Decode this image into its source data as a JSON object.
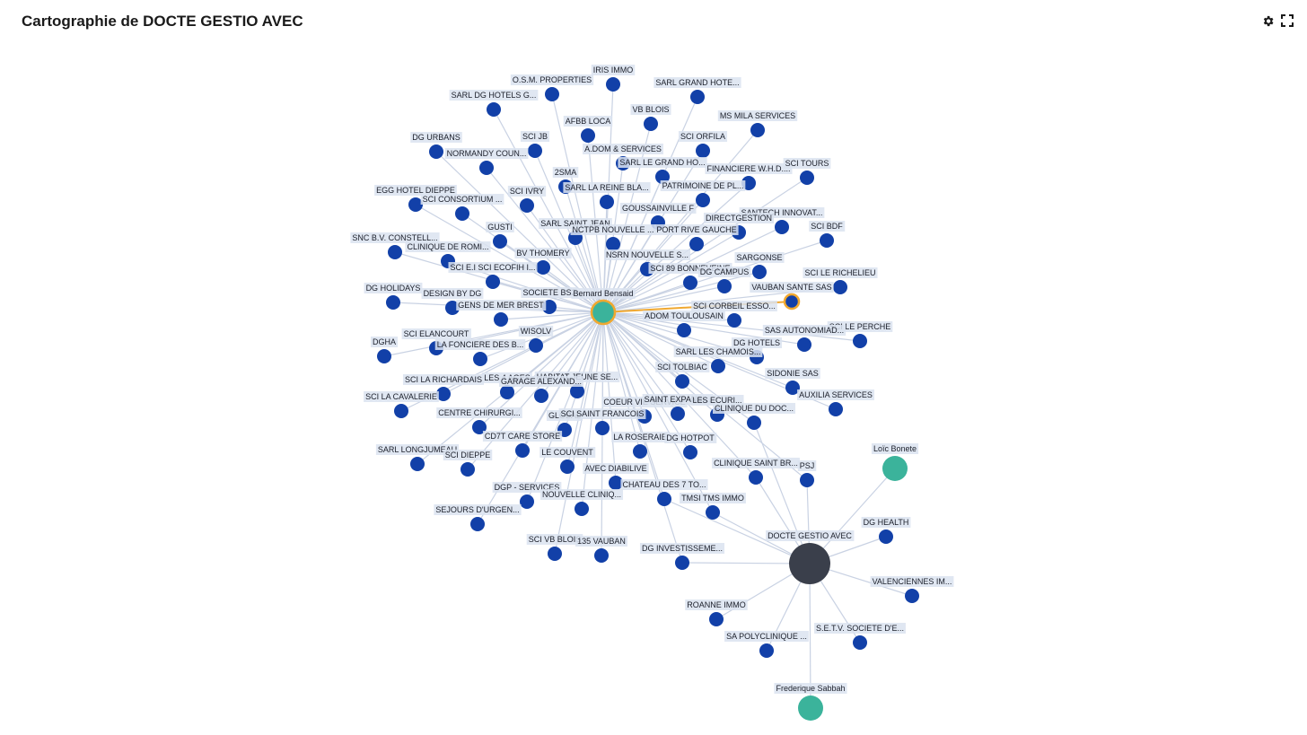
{
  "title": "Cartographie de DOCTE GESTIO AVEC",
  "toolbar": {
    "settings_icon": "gear-icon",
    "fullscreen_icon": "fullscreen-icon"
  },
  "colors": {
    "company_node": "#1240a8",
    "person_node": "#3bb39b",
    "focus_node": "#3a3f4b",
    "edge": "#c9d2e3",
    "highlight_edge": "#f0a830",
    "label_bg": "#dbe3f0",
    "label_text": "#1b1f2a"
  },
  "graph": {
    "hubs": [
      {
        "id": "bernard",
        "name": "Bernard Bensaid",
        "type": "person"
      },
      {
        "id": "docte",
        "name": "DOCTE GESTIO AVEC",
        "type": "focus"
      }
    ],
    "nodes": [
      {
        "id": "iris",
        "name": "IRIS IMMO",
        "type": "company",
        "links": [
          "bernard"
        ]
      },
      {
        "id": "osm",
        "name": "O.S.M. PROPERTIES",
        "type": "company",
        "links": [
          "bernard"
        ]
      },
      {
        "id": "sarlgrandhote",
        "name": "SARL GRAND HOTE...",
        "type": "company",
        "links": [
          "bernard"
        ]
      },
      {
        "id": "sarldghotels",
        "name": "SARL DG HOTELS G...",
        "type": "company",
        "links": [
          "bernard"
        ]
      },
      {
        "id": "vbblois",
        "name": "VB BLOIS",
        "type": "company",
        "links": [
          "bernard"
        ]
      },
      {
        "id": "afbb",
        "name": "AFBB LOCA",
        "type": "company",
        "links": [
          "bernard"
        ]
      },
      {
        "id": "msmila",
        "name": "MS MILA SERVICES",
        "type": "company",
        "links": [
          "bernard"
        ]
      },
      {
        "id": "dgurbans",
        "name": "DG URBANS",
        "type": "company",
        "links": [
          "bernard"
        ]
      },
      {
        "id": "scijb",
        "name": "SCI JB",
        "type": "company",
        "links": [
          "bernard"
        ]
      },
      {
        "id": "sciorfila",
        "name": "SCI ORFILA",
        "type": "company",
        "links": [
          "bernard"
        ]
      },
      {
        "id": "adom",
        "name": "A.DOM & SERVICES",
        "type": "company",
        "links": [
          "bernard"
        ]
      },
      {
        "id": "normandy",
        "name": "NORMANDY COUN...",
        "type": "company",
        "links": [
          "bernard"
        ]
      },
      {
        "id": "sarllegrandho",
        "name": "SARL LE GRAND HO...",
        "type": "company",
        "links": [
          "bernard"
        ]
      },
      {
        "id": "financiere",
        "name": "FINANCIERE W.H.D....",
        "type": "company",
        "links": [
          "bernard"
        ]
      },
      {
        "id": "scitours",
        "name": "SCI TOURS",
        "type": "company",
        "links": [
          "bernard"
        ]
      },
      {
        "id": "2sma",
        "name": "2SMA",
        "type": "company",
        "links": [
          "bernard"
        ]
      },
      {
        "id": "egghotel",
        "name": "EGG HOTEL DIEPPE",
        "type": "company",
        "links": [
          "bernard"
        ]
      },
      {
        "id": "sciivry",
        "name": "SCI IVRY",
        "type": "company",
        "links": [
          "bernard"
        ]
      },
      {
        "id": "sarllareine",
        "name": "SARL LA REINE BLA...",
        "type": "company",
        "links": [
          "bernard"
        ]
      },
      {
        "id": "patrimoine",
        "name": "PATRIMOINE DE PL...",
        "type": "company",
        "links": [
          "bernard"
        ]
      },
      {
        "id": "sciconsortium",
        "name": "SCI CONSORTIUM ...",
        "type": "company",
        "links": [
          "bernard"
        ]
      },
      {
        "id": "goussainville",
        "name": "GOUSSAINVILLE F",
        "type": "company",
        "links": [
          "bernard"
        ]
      },
      {
        "id": "santech",
        "name": "SANTECH INNOVAT...",
        "type": "company",
        "links": [
          "bernard"
        ]
      },
      {
        "id": "directgestion",
        "name": "DIRECTGESTION",
        "type": "company",
        "links": [
          "bernard"
        ]
      },
      {
        "id": "gusti",
        "name": "GUSTI",
        "type": "company",
        "links": [
          "bernard"
        ]
      },
      {
        "id": "sarlsaintjean",
        "name": "SARL SAINT JEAN",
        "type": "company",
        "links": [
          "bernard"
        ]
      },
      {
        "id": "scibdf",
        "name": "SCI BDF",
        "type": "company",
        "links": [
          "bernard"
        ]
      },
      {
        "id": "nctpb",
        "name": "NCTPB NOUVELLE ...",
        "type": "company",
        "links": [
          "bernard"
        ]
      },
      {
        "id": "portrive",
        "name": "PORT RIVE GAUCHE",
        "type": "company",
        "links": [
          "bernard"
        ]
      },
      {
        "id": "snc",
        "name": "SNC B.V. CONSTELL...",
        "type": "company",
        "links": [
          "bernard"
        ]
      },
      {
        "id": "cliniqueromi",
        "name": "CLINIQUE DE ROMI...",
        "type": "company",
        "links": [
          "bernard"
        ]
      },
      {
        "id": "bvthomery",
        "name": "BV THOMERY",
        "type": "company",
        "links": [
          "bernard"
        ]
      },
      {
        "id": "nsrn",
        "name": "NSRN NOUVELLE S...",
        "type": "company",
        "links": [
          "bernard"
        ]
      },
      {
        "id": "sargonse",
        "name": "SARGONSE",
        "type": "company",
        "links": [
          "bernard"
        ]
      },
      {
        "id": "scieiecofih",
        "name": "SCI E.I SCI ECOFIH I...",
        "type": "company",
        "links": [
          "bernard"
        ]
      },
      {
        "id": "sci89",
        "name": "SCI 89 BONNEVEINE",
        "type": "company",
        "links": [
          "bernard"
        ]
      },
      {
        "id": "dgcampus",
        "name": "DG CAMPUS",
        "type": "company",
        "links": [
          "bernard"
        ]
      },
      {
        "id": "scilerichelieu",
        "name": "SCI LE RICHELIEU",
        "type": "company",
        "links": [
          "bernard"
        ]
      },
      {
        "id": "dgholidays",
        "name": "DG HOLIDAYS",
        "type": "company",
        "links": [
          "bernard"
        ]
      },
      {
        "id": "designbydg",
        "name": "DESIGN BY DG",
        "type": "company",
        "links": [
          "bernard"
        ]
      },
      {
        "id": "societebs2",
        "name": "SOCIETE BS2",
        "type": "company",
        "links": [
          "bernard"
        ]
      },
      {
        "id": "vaubansante",
        "name": "VAUBAN SANTE SAS",
        "type": "company",
        "links": [
          "bernard"
        ]
      },
      {
        "id": "gensdemer",
        "name": "GENS DE MER BREST",
        "type": "company",
        "links": [
          "bernard"
        ]
      },
      {
        "id": "scicorbeil",
        "name": "SCI CORBEIL ESSO...",
        "type": "company",
        "links": [
          "bernard"
        ]
      },
      {
        "id": "adomtoulousain",
        "name": "ADOM TOULOUSAIN",
        "type": "company",
        "links": [
          "bernard"
        ]
      },
      {
        "id": "scilepercher",
        "name": "SCI LE PERCHE",
        "type": "company",
        "links": [
          "bernard"
        ]
      },
      {
        "id": "sasautonomiad",
        "name": "SAS AUTONOMIAD...",
        "type": "company",
        "links": [
          "bernard"
        ]
      },
      {
        "id": "wisolv",
        "name": "WISOLV",
        "type": "company",
        "links": [
          "bernard"
        ]
      },
      {
        "id": "scielancourt",
        "name": "SCI ELANCOURT",
        "type": "company",
        "links": [
          "bernard"
        ]
      },
      {
        "id": "dgha",
        "name": "DGHA",
        "type": "company",
        "links": [
          "bernard"
        ]
      },
      {
        "id": "lafonciere",
        "name": "LA FONCIERE DES B...",
        "type": "company",
        "links": [
          "bernard"
        ]
      },
      {
        "id": "dghotels",
        "name": "DG HOTELS",
        "type": "company",
        "links": [
          "bernard"
        ]
      },
      {
        "id": "sarlleschamois",
        "name": "SARL LES CHAMOIS...",
        "type": "company",
        "links": [
          "bernard"
        ]
      },
      {
        "id": "scitolbiac",
        "name": "SCI TOLBIAC",
        "type": "company",
        "links": [
          "bernard"
        ]
      },
      {
        "id": "sidonie",
        "name": "SIDONIE SAS",
        "type": "company",
        "links": [
          "bernard"
        ]
      },
      {
        "id": "scilarichardais",
        "name": "SCI LA RICHARDAIS",
        "type": "company",
        "links": [
          "bernard"
        ]
      },
      {
        "id": "lesages",
        "name": "LES 4 AGES",
        "type": "company",
        "links": [
          "bernard"
        ]
      },
      {
        "id": "habitat",
        "name": "HABITAT JEUNE SE...",
        "type": "company",
        "links": [
          "bernard"
        ]
      },
      {
        "id": "garage",
        "name": "GARAGE ALEXAND...",
        "type": "company",
        "links": [
          "bernard"
        ]
      },
      {
        "id": "auxilia",
        "name": "AUXILIA SERVICES",
        "type": "company",
        "links": [
          "bernard"
        ]
      },
      {
        "id": "scilacavalerie",
        "name": "SCI LA CAVALERIE",
        "type": "company",
        "links": [
          "bernard"
        ]
      },
      {
        "id": "coeurvie",
        "name": "COEUR VIE SERVICE",
        "type": "company",
        "links": [
          "bernard"
        ]
      },
      {
        "id": "saintexpansi",
        "name": "SAINT EXPANSI...",
        "type": "company",
        "links": [
          "bernard"
        ]
      },
      {
        "id": "lesecuri",
        "name": "LES ECURI...",
        "type": "company",
        "links": [
          "bernard"
        ]
      },
      {
        "id": "centrechir",
        "name": "CENTRE CHIRURGI...",
        "type": "company",
        "links": [
          "bernard"
        ]
      },
      {
        "id": "global",
        "name": "GLOBAL",
        "type": "company",
        "links": [
          "bernard"
        ]
      },
      {
        "id": "scisaintfrancois",
        "name": "SCI SAINT FRANCOIS",
        "type": "company",
        "links": [
          "bernard"
        ]
      },
      {
        "id": "cliniquedudoc",
        "name": "CLINIQUE DU DOC...",
        "type": "company",
        "links": [
          "bernard",
          "docte"
        ]
      },
      {
        "id": "cd7t",
        "name": "CD7T CARE STORE",
        "type": "company",
        "links": [
          "bernard"
        ]
      },
      {
        "id": "laroseraie",
        "name": "LA ROSERAIE",
        "type": "company",
        "links": [
          "bernard"
        ]
      },
      {
        "id": "dghotpot",
        "name": "DG HOTPOT",
        "type": "company",
        "links": [
          "bernard"
        ]
      },
      {
        "id": "sarllongjumeau",
        "name": "SARL LONGJUMEAU",
        "type": "company",
        "links": [
          "bernard"
        ]
      },
      {
        "id": "scidieppe",
        "name": "SCI DIEPPE",
        "type": "company",
        "links": [
          "bernard"
        ]
      },
      {
        "id": "lecouvent",
        "name": "LE COUVENT",
        "type": "company",
        "links": [
          "bernard"
        ]
      },
      {
        "id": "cliniquesaintbr",
        "name": "CLINIQUE SAINT BR...",
        "type": "company",
        "links": [
          "bernard",
          "docte"
        ]
      },
      {
        "id": "psj",
        "name": "PSJ",
        "type": "company",
        "links": [
          "bernard",
          "docte"
        ]
      },
      {
        "id": "avecdiabilive",
        "name": "AVEC DIABILIVE",
        "type": "company",
        "links": [
          "bernard"
        ]
      },
      {
        "id": "chateau",
        "name": "CHATEAU DES 7 TO...",
        "type": "company",
        "links": [
          "bernard",
          "docte"
        ]
      },
      {
        "id": "dgpservices",
        "name": "DGP - SERVICES",
        "type": "company",
        "links": [
          "bernard"
        ]
      },
      {
        "id": "nouvelleclini",
        "name": "NOUVELLE CLINIQ...",
        "type": "company",
        "links": [
          "bernard"
        ]
      },
      {
        "id": "tmsi",
        "name": "TMSI TMS IMMO",
        "type": "company",
        "links": [
          "bernard",
          "docte"
        ]
      },
      {
        "id": "sejours",
        "name": "SEJOURS D'URGEN...",
        "type": "company",
        "links": [
          "bernard"
        ]
      },
      {
        "id": "scivbblois",
        "name": "SCI VB BLOIS",
        "type": "company",
        "links": [
          "bernard"
        ]
      },
      {
        "id": "135vauban",
        "name": "135 VAUBAN",
        "type": "company",
        "links": [
          "bernard"
        ]
      },
      {
        "id": "dginvest",
        "name": "DG INVESTISSEME...",
        "type": "company",
        "links": [
          "bernard",
          "docte"
        ]
      },
      {
        "id": "loic",
        "name": "Loïc Bonete",
        "type": "person",
        "links": [
          "docte"
        ]
      },
      {
        "id": "dghealth",
        "name": "DG HEALTH",
        "type": "company",
        "links": [
          "docte"
        ]
      },
      {
        "id": "valenciennes",
        "name": "VALENCIENNES IM...",
        "type": "company",
        "links": [
          "docte"
        ]
      },
      {
        "id": "roanne",
        "name": "ROANNE IMMO",
        "type": "company",
        "links": [
          "docte"
        ]
      },
      {
        "id": "sapolyclinique",
        "name": "SA POLYCLINIQUE ...",
        "type": "company",
        "links": [
          "docte"
        ]
      },
      {
        "id": "setv",
        "name": "S.E.T.V. SOCIETE D'E...",
        "type": "company",
        "links": [
          "docte"
        ]
      },
      {
        "id": "frederique",
        "name": "Frederique Sabbah",
        "type": "person",
        "links": [
          "docte"
        ]
      }
    ],
    "highlight_edge": {
      "from": "bernard",
      "to": "vaubansante"
    }
  }
}
